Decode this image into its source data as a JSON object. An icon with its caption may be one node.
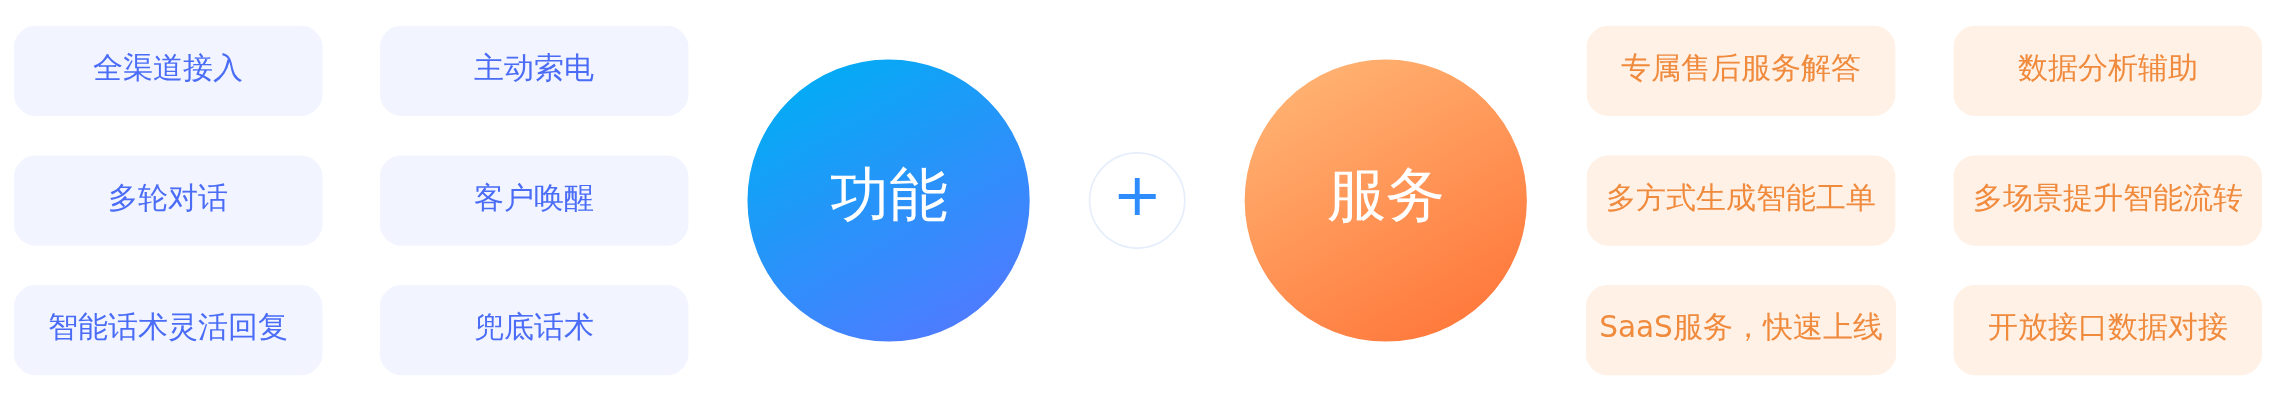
{
  "diagram": {
    "nodes": [
      {
        "text": [
          "全渠道接入"
        ]
      },
      {
        "text": [
          "主动索电"
        ]
      },
      {
        "text": [
          "多轮对话"
        ]
      },
      {
        "text": [
          "客户唤醒"
        ]
      },
      {
        "text": [
          "智能话术灵活回复"
        ]
      },
      {
        "text": [
          "兜底话术"
        ]
      },
      {
        "text": [
          "功能"
        ]
      },
      {
        "text": [
          "+"
        ]
      },
      {
        "text": [
          "服务"
        ]
      },
      {
        "text": [
          "专属售后服务解答"
        ]
      },
      {
        "text": [
          "数据分析辅助"
        ]
      },
      {
        "text": [
          "多方式生成智能工单"
        ]
      },
      {
        "text": [
          "多场景提升智能流转"
        ]
      },
      {
        "text": [
          "SaaS服务，快速上线"
        ]
      },
      {
        "text": [
          "开放接口数据对接"
        ]
      }
    ]
  }
}
